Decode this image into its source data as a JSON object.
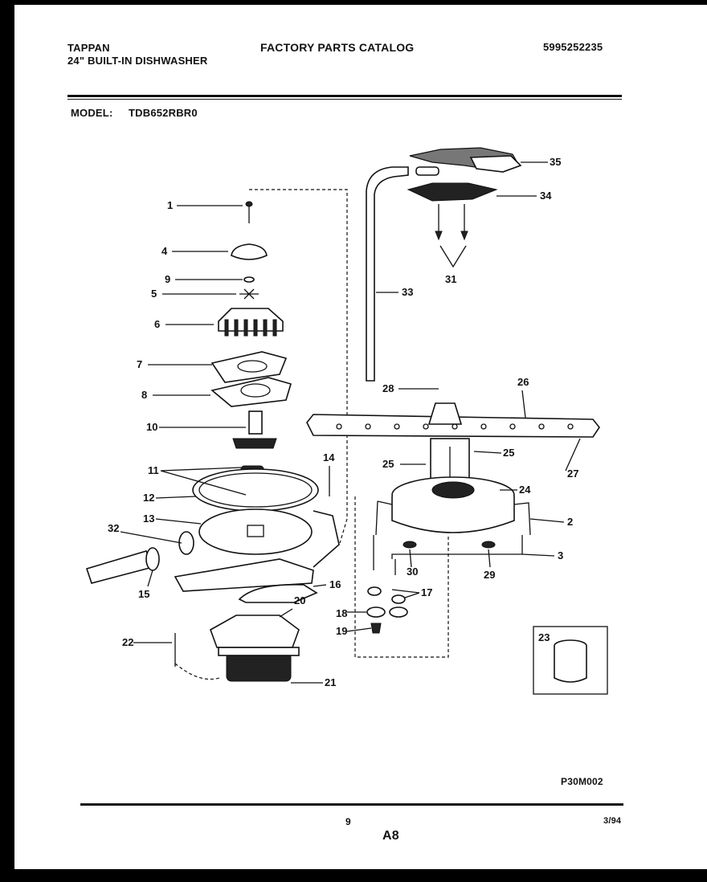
{
  "header": {
    "brand": "TAPPAN",
    "product": "24\" BUILT-IN DISHWASHER",
    "catalog_title": "FACTORY PARTS CATALOG",
    "catalog_number": "5995252235",
    "model_label": "MODEL:",
    "model_number": "TDB652RBR0"
  },
  "diagram": {
    "drawing_code": "P30M002",
    "callouts": [
      "1",
      "4",
      "9",
      "5",
      "6",
      "7",
      "8",
      "10",
      "11",
      "12",
      "13",
      "32",
      "15",
      "14",
      "16",
      "20",
      "22",
      "21",
      "35",
      "34",
      "31",
      "33",
      "28",
      "26",
      "25",
      "25",
      "27",
      "24",
      "2",
      "3",
      "30",
      "29",
      "17",
      "18",
      "19",
      "23"
    ]
  },
  "footer": {
    "page_number": "9",
    "section": "A8",
    "date": "3/94"
  }
}
